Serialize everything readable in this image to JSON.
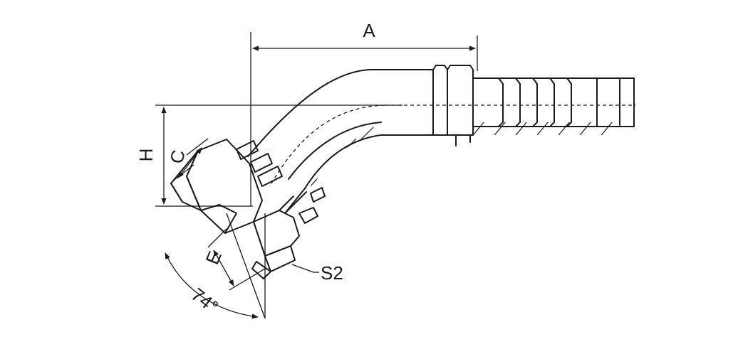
{
  "labels": {
    "dim_a": "A",
    "dim_h": "H",
    "dim_c": "C",
    "dim_e": "E",
    "callout_s2": "S2",
    "angle": "74°"
  }
}
